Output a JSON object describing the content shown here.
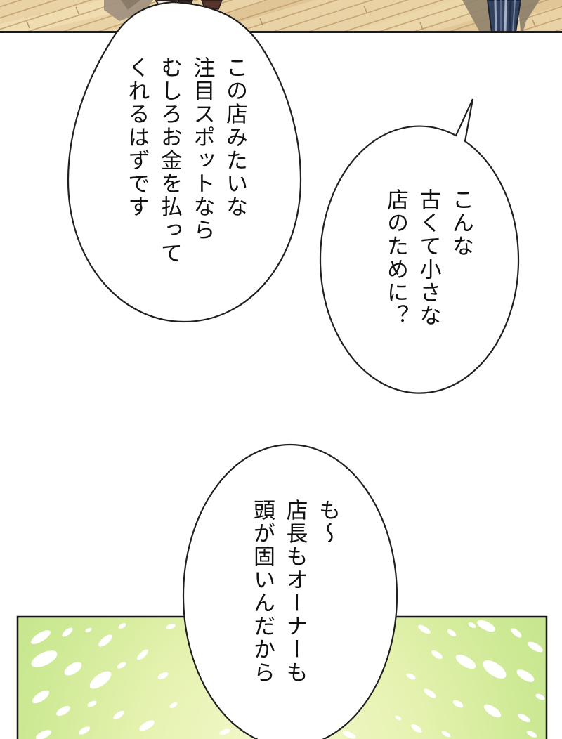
{
  "page": {
    "type": "manga-webtoon-panel",
    "background_color": "#ffffff"
  },
  "bubbles": [
    {
      "id": "speech-bubble-1",
      "text": "この店みたいな\n注目スポットなら\nむしろお金を払って\nくれるはずです"
    },
    {
      "id": "speech-bubble-2",
      "text": "こんな\n古くて小さな\n店のために？"
    },
    {
      "id": "speech-bubble-3",
      "text": "も〜\n店長もオーナーも\n頭が固いんだから"
    }
  ],
  "colors": {
    "floor_wood": "#e9d3a6",
    "floor_plank_line": "#bf9d6b",
    "floor_shadow": "#a29180",
    "floor_border_line": "#1b1b1b",
    "navy_object": "#35425e",
    "navy_stripe_light": "#98a6c2",
    "green_panel_edge": "#c3e38a",
    "green_panel_glow": "#f6f8cf",
    "speckle": "#ffffff",
    "bubble_fill": "#ffffff",
    "bubble_outline": "#202020",
    "text": "#111111"
  }
}
